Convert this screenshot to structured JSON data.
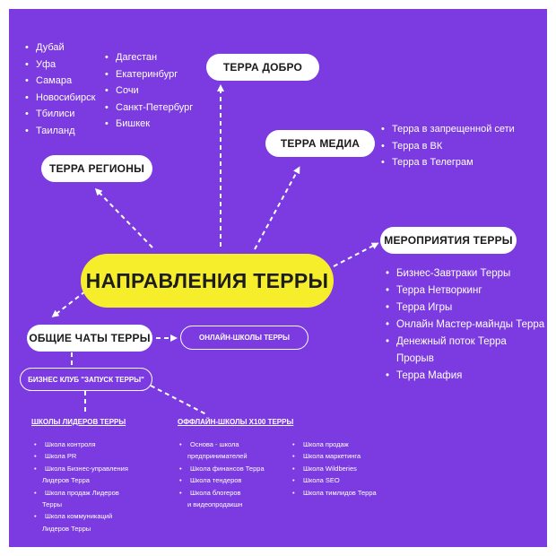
{
  "center_label": "НАПРАВЛЕНИЯ ТЕРРЫ",
  "nodes": {
    "regions": "ТЕРРА РЕГИОНЫ",
    "dobro": "ТЕРРА ДОБРО",
    "media": "ТЕРРА МЕДИА",
    "events": "МЕРОПРИЯТИЯ ТЕРРЫ",
    "chats": "ОБЩИЕ ЧАТЫ ТЕРРЫ",
    "online_schools": "ОНЛАЙН-ШКОЛЫ ТЕРРЫ",
    "business_club": "БИЗНЕС КЛУБ \"ЗАПУСК ТЕРРЫ\""
  },
  "regions_list_1": [
    "Дубай",
    "Уфа",
    "Самара",
    "Новосибирск",
    "Тбилиси",
    "Таиланд"
  ],
  "regions_list_2": [
    "Дагестан",
    "Екатеринбург",
    "Сочи",
    "Санкт-Петербург",
    "Бишкек"
  ],
  "media_list": [
    "Терра в запрещенной сети",
    "Терра в ВК",
    "Терра в Телеграм"
  ],
  "events_list": [
    "Бизнес-Завтраки Терры",
    "Терра Нетворкинг",
    "Терра Игры",
    "Онлайн Мастер-майнды Терра",
    "Денежный поток Терра",
    "Прорыв",
    "Терра Мафия"
  ],
  "leaders_heading": "ШКОЛЫ ЛИДЕРОВ ТЕРРЫ",
  "leaders_list": [
    "Школа контроля",
    "Школа PR",
    "Школа Бизнес-управления",
    "Лидеров Терра",
    "Школа продаж Лидеров",
    "Терры",
    "Школа коммуникаций",
    "Лидеров Терры"
  ],
  "offline_heading": "ОФФЛАЙН-ШКОЛЫ Х100 ТЕРРЫ",
  "offline_list_1": [
    "Основа - школа",
    "предпринимателей",
    "Школа финансов Терра",
    "Школа тендеров",
    "Школа блогеров",
    "и видеопродакшн"
  ],
  "offline_list_2": [
    "Школа продаж",
    "Школа маркетинга",
    "Школа Wildberies",
    "Школа SEO",
    "Школа тимлидов Терра"
  ],
  "colors": {
    "background": "#7b3be0",
    "center_fill": "#f6ee2a",
    "node_fill": "#ffffff",
    "text": "#ffffff"
  }
}
